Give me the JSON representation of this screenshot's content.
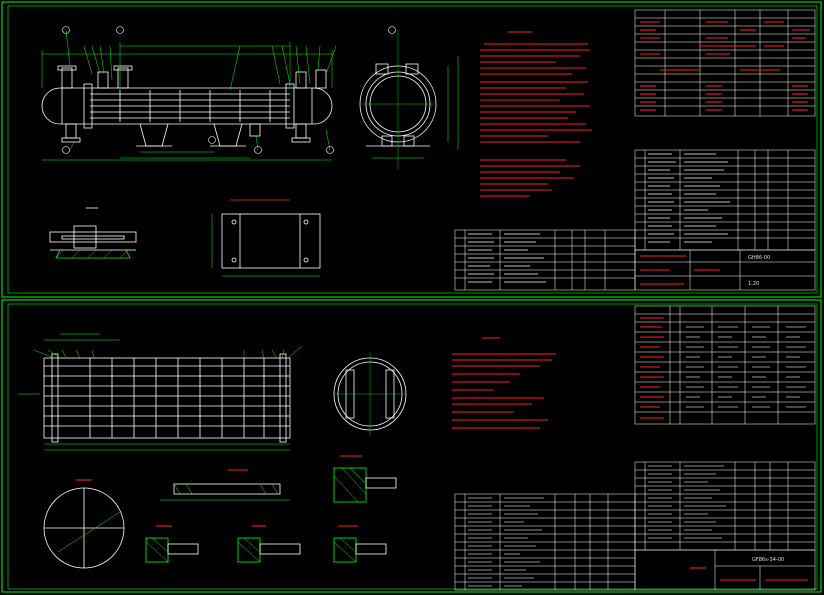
{
  "sheet_top": {
    "drawing_no": "GH86-00",
    "scale_note": "1:20"
  },
  "sheet_bottom": {
    "drawing_no": "GF86s-34-00"
  },
  "colors": {
    "frame": "#00ff00",
    "geometry": "#ffffff",
    "dimension": "#00ff00",
    "notes": "#ff2020",
    "table": "#ffffff",
    "hatch": "#00ff00",
    "background": "#000000"
  }
}
